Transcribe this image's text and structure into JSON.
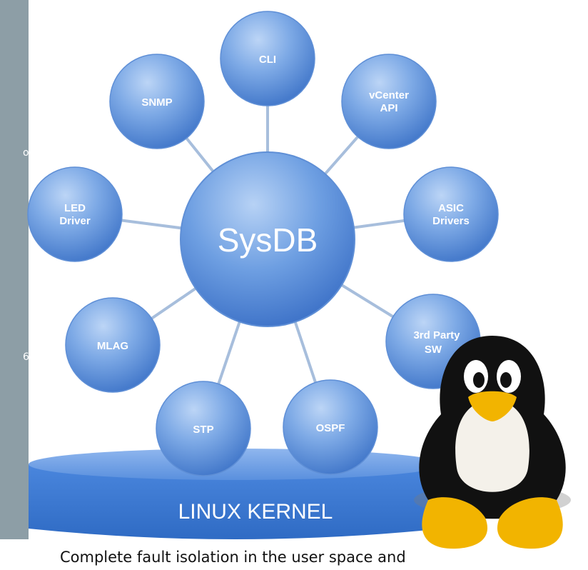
{
  "side_panel": {
    "edge_text_1": "o",
    "edge_text_2": "6"
  },
  "center": {
    "label": "SysDB"
  },
  "nodes": [
    {
      "id": "cli",
      "lines": [
        "CLI"
      ]
    },
    {
      "id": "vcenter-api",
      "lines": [
        "vCenter",
        "API"
      ]
    },
    {
      "id": "asic-drivers",
      "lines": [
        "ASIC",
        "Drivers"
      ]
    },
    {
      "id": "third-party-sw",
      "lines": [
        "3rd Party",
        "SW"
      ]
    },
    {
      "id": "ospf",
      "lines": [
        "OSPF"
      ]
    },
    {
      "id": "stp",
      "lines": [
        "STP"
      ]
    },
    {
      "id": "mlag",
      "lines": [
        "MLAG"
      ]
    },
    {
      "id": "led-driver",
      "lines": [
        "LED",
        "Driver"
      ]
    },
    {
      "id": "snmp",
      "lines": [
        "SNMP"
      ]
    }
  ],
  "kernel": {
    "label": "LINUX KERNEL"
  },
  "mascot": {
    "icon": "tux-penguin-icon"
  },
  "caption": "Complete fault isolation in the user space and",
  "colors": {
    "panel": "#8d9ea6",
    "node_dark": "#3b73c9",
    "node_light": "#9fc0ee",
    "kernel": "#3f7fd8"
  }
}
